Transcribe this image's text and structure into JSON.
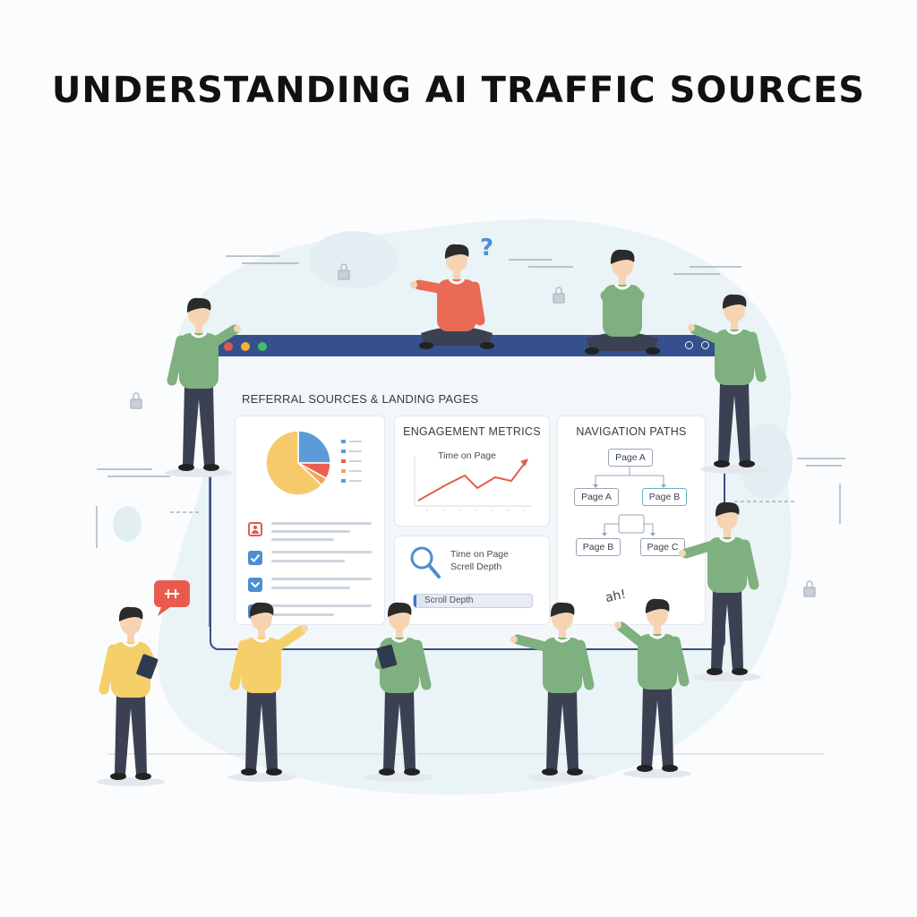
{
  "title": "UNDERSTANDING AI TRAFFIC SOURCES",
  "browser": {
    "section_heading": "REFERRAL SOURCES & LANDING PAGES"
  },
  "referral_panel": {
    "pie_slices": [
      {
        "fraction": 0.63,
        "color": "#f6c96b"
      },
      {
        "fraction": 0.25,
        "color": "#5b9bd8"
      },
      {
        "fraction": 0.08,
        "color": "#e9604f"
      },
      {
        "fraction": 0.04,
        "color": "#f2a55b"
      }
    ],
    "legend_colors": [
      "#5b9bd8",
      "#5b9bd8",
      "#e9604f",
      "#f2a55b",
      "#5b9bd8"
    ],
    "list_icons": [
      "user-icon",
      "check-icon",
      "check-icon",
      "check-icon"
    ]
  },
  "engagement_panel": {
    "title": "ENGAGEMENT METRICS",
    "chart_label": "Time on Page",
    "line_color": "#e0604b"
  },
  "depth_panel": {
    "label_1": "Time on Page",
    "label_2": "Screll Depth",
    "bar_label": "Scroll Depth",
    "bar_fill_fraction": 0.12
  },
  "nav_panel": {
    "title": "NAVIGATION PATHS",
    "node_a": "Page A",
    "node_a2": "Page A",
    "node_b": "Page B",
    "node_b2": "Page B",
    "node_c": "Page C"
  },
  "exclamation": "ah!",
  "question_mark": "?",
  "colors": {
    "window_bar": "#36508d",
    "sweater_green": "#7fb07f",
    "sweater_yellow": "#f4cf6a",
    "sweater_red": "#ea6a55",
    "pants": "#3b4152",
    "hair": "#2b2b2b",
    "skin": "#f6d3b3"
  }
}
